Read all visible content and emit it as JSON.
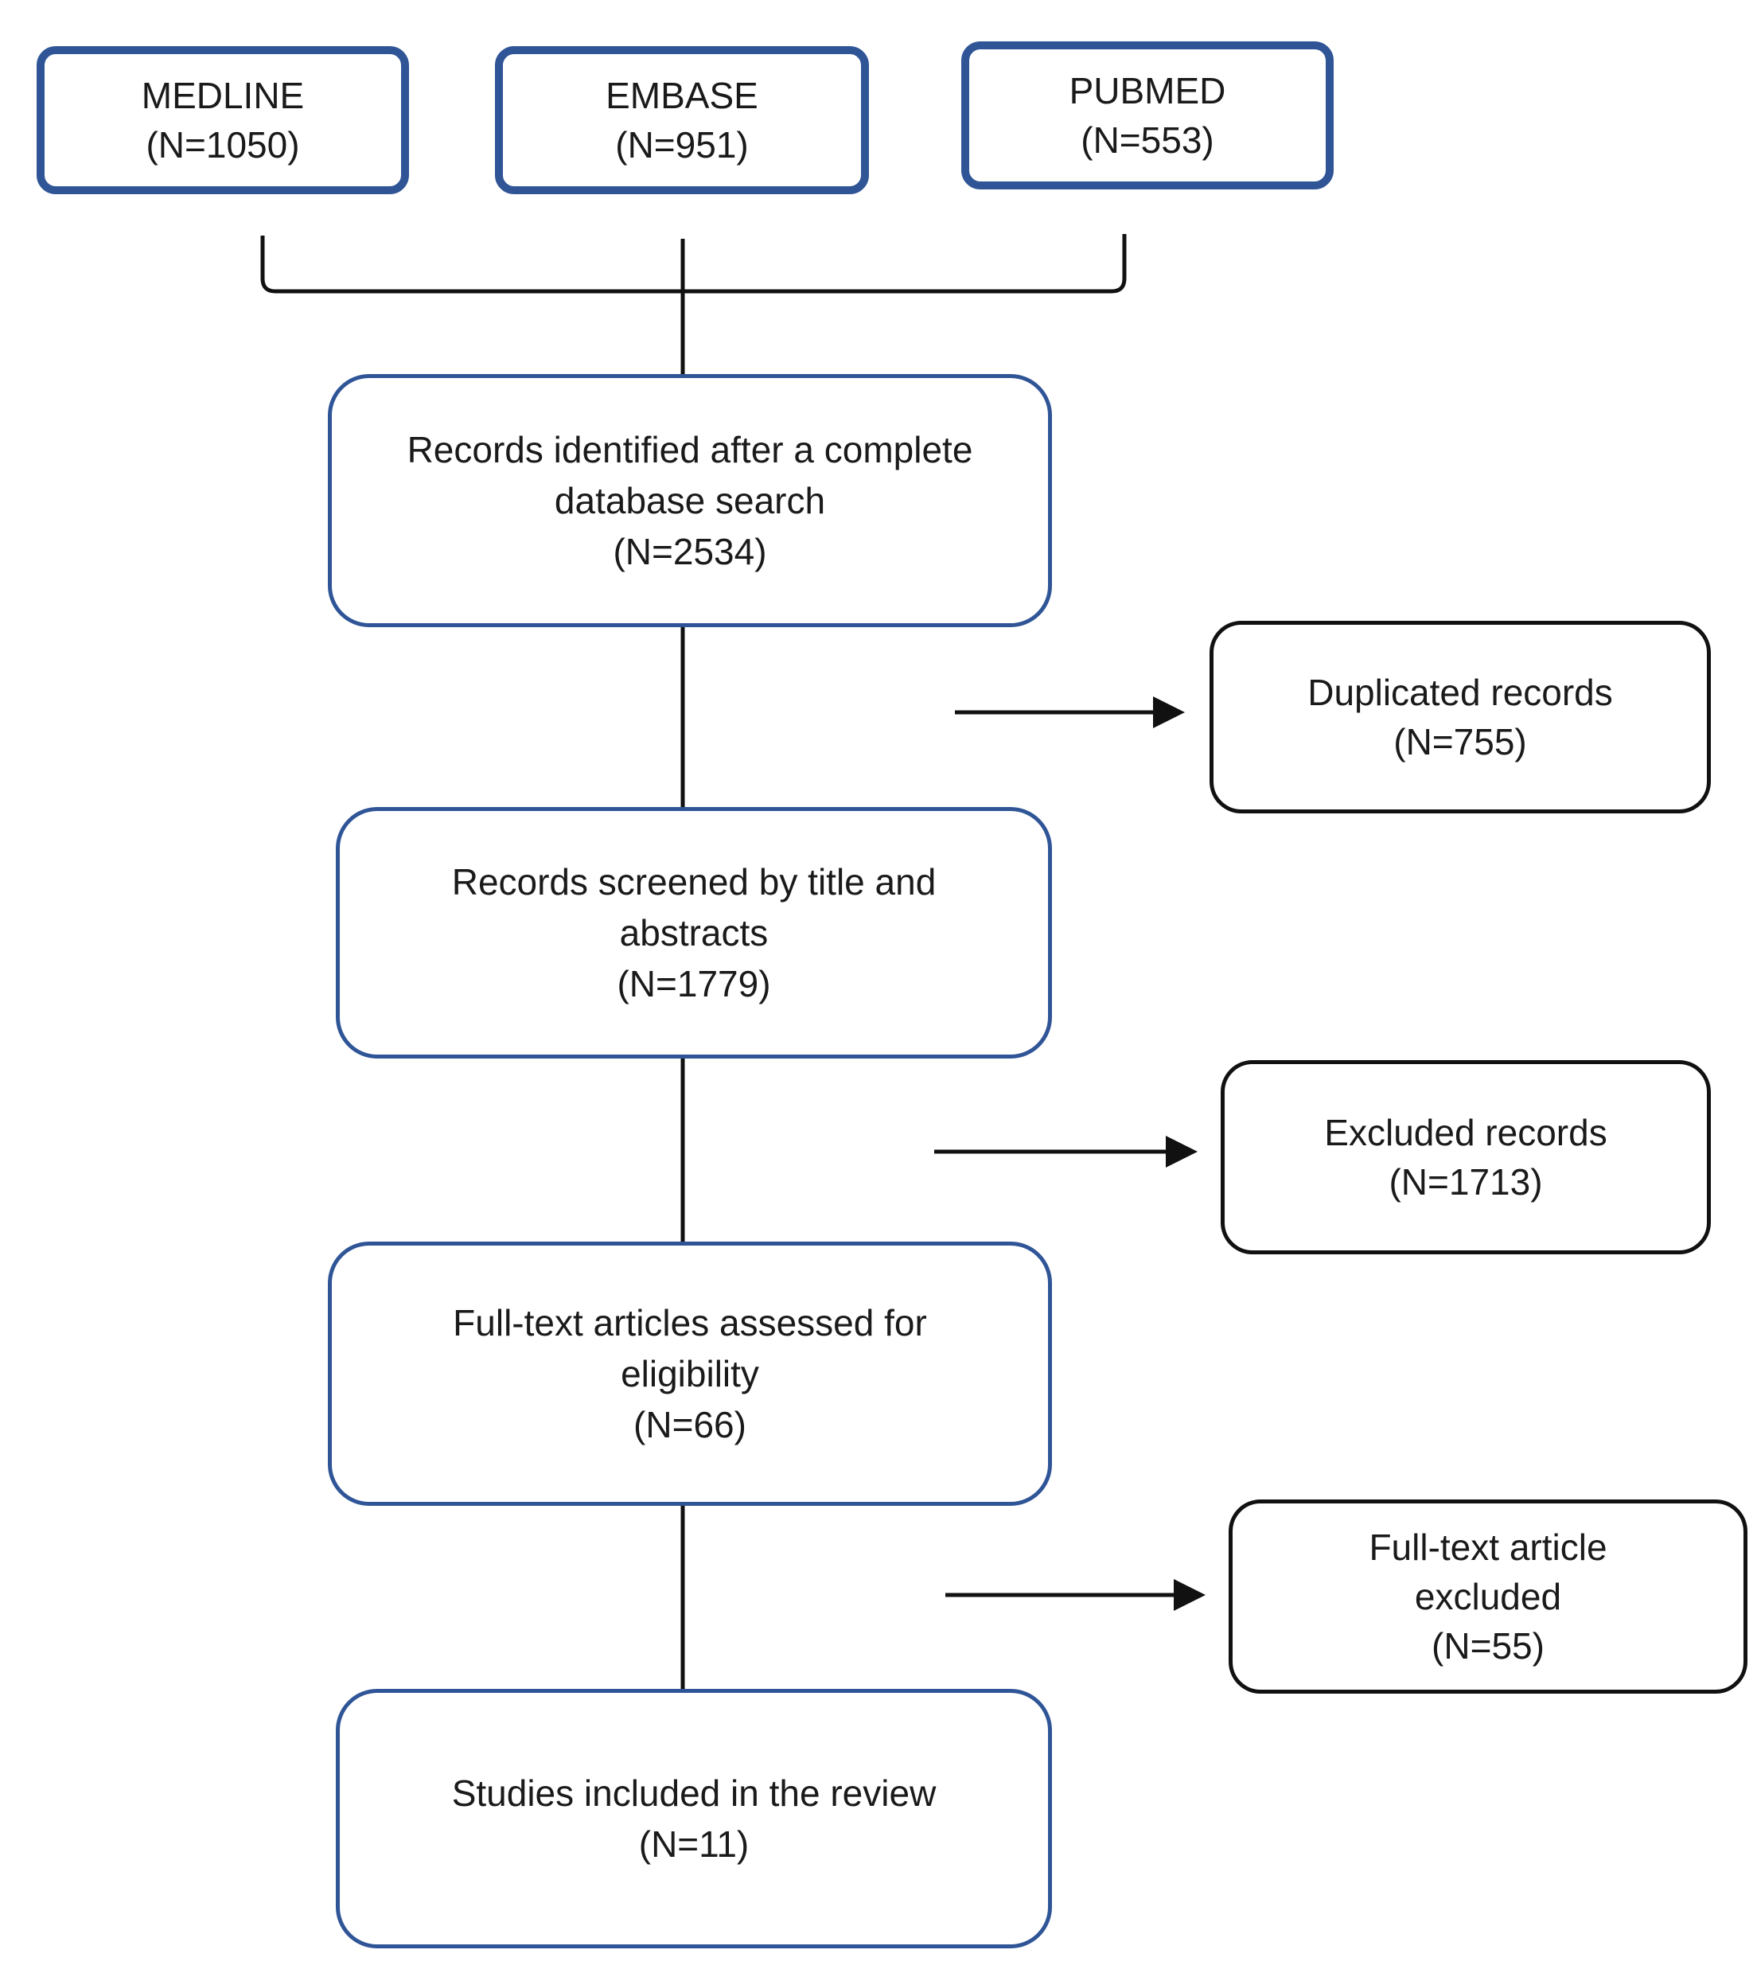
{
  "colors": {
    "blue_border": "#2f5597",
    "black_border": "#111111",
    "line": "#111111"
  },
  "sources": [
    {
      "name": "MEDLINE",
      "count": "(N=1050)"
    },
    {
      "name": "EMBASE",
      "count": "(N=951)"
    },
    {
      "name": "PUBMED",
      "count": "(N=553)"
    }
  ],
  "identified": {
    "line1": "Records identified after a complete",
    "line2": "database search",
    "count": "(N=2534)"
  },
  "duplicates": {
    "line1": "Duplicated records",
    "count": "(N=755)"
  },
  "screened": {
    "line1": "Records screened by title and",
    "line2": "abstracts",
    "count": "(N=1779)"
  },
  "excluded": {
    "line1": "Excluded records",
    "count": "(N=1713)"
  },
  "fulltext": {
    "line1": "Full-text articles assessed for",
    "line2": "eligibility",
    "count": "(N=66)"
  },
  "fulltext_excluded": {
    "line1": "Full-text article",
    "line2": "excluded",
    "count": "(N=55)"
  },
  "included": {
    "line1": "Studies included in the review",
    "count": "(N=11)"
  }
}
